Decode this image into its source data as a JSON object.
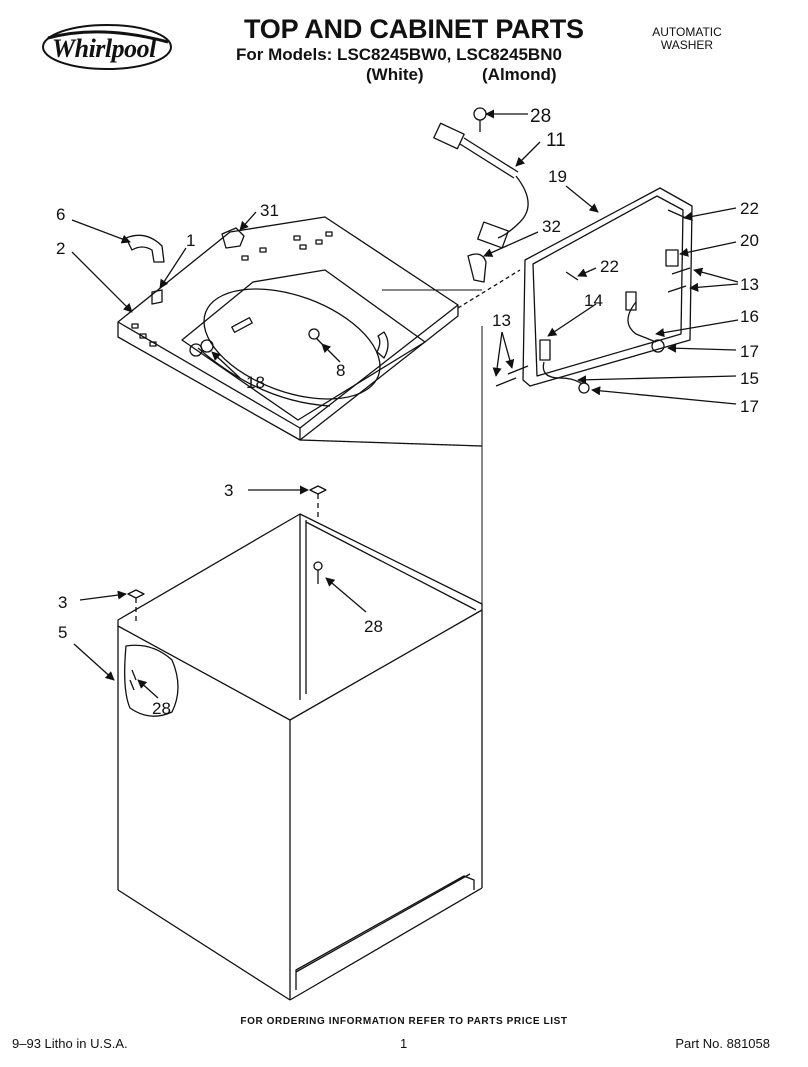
{
  "header": {
    "logo_text": "Whirlpool",
    "title": "TOP AND CABINET PARTS",
    "models_line": "For Models: LSC8245BW0, LSC8245BN0",
    "variant_white": "(White)",
    "variant_almond": "(Almond)",
    "category_line1": "AUTOMATIC",
    "category_line2": "WASHER"
  },
  "callouts": {
    "c28_top": "28",
    "c11": "11",
    "c19": "19",
    "c22_upper": "22",
    "c20": "20",
    "c22_lower": "22",
    "c13_right": "13",
    "c14": "14",
    "c16": "16",
    "c17_upper": "17",
    "c15": "15",
    "c17_lower": "17",
    "c13_left": "13",
    "c6": "6",
    "c31": "31",
    "c1": "1",
    "c2": "2",
    "c32": "32",
    "c8": "8",
    "c18": "18",
    "c3_upper": "3",
    "c3_lower": "3",
    "c28_mid": "28",
    "c5": "5",
    "c28_low": "28"
  },
  "footer": {
    "ordering_note": "FOR ORDERING INFORMATION REFER TO PARTS PRICE LIST",
    "litho": "9–93 Litho in U.S.A.",
    "page_number": "1",
    "part_number": "Part No. 881058"
  }
}
